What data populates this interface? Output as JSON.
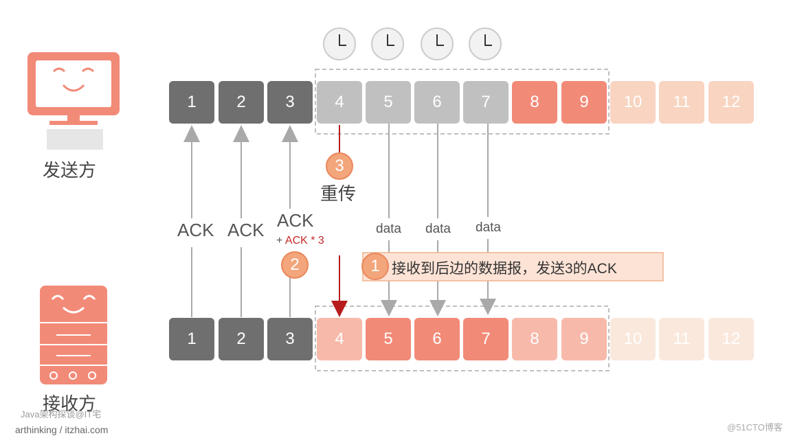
{
  "sender": {
    "label": "发送方",
    "packets": [
      {
        "num": "1",
        "color": "#6f6f6f"
      },
      {
        "num": "2",
        "color": "#6f6f6f"
      },
      {
        "num": "3",
        "color": "#6f6f6f"
      },
      {
        "num": "4",
        "color": "#c0c0c0"
      },
      {
        "num": "5",
        "color": "#c0c0c0"
      },
      {
        "num": "6",
        "color": "#c0c0c0"
      },
      {
        "num": "7",
        "color": "#c0c0c0"
      },
      {
        "num": "8",
        "color": "#f28a78"
      },
      {
        "num": "9",
        "color": "#f28a78"
      },
      {
        "num": "10",
        "color": "#f8d4c1"
      },
      {
        "num": "11",
        "color": "#f8d4c1"
      },
      {
        "num": "12",
        "color": "#f8d4c1"
      }
    ]
  },
  "receiver": {
    "label": "接收方",
    "packets": [
      {
        "num": "1",
        "color": "#6f6f6f"
      },
      {
        "num": "2",
        "color": "#6f6f6f"
      },
      {
        "num": "3",
        "color": "#6f6f6f"
      },
      {
        "num": "4",
        "color": "#f7b9aa"
      },
      {
        "num": "5",
        "color": "#f28a78"
      },
      {
        "num": "6",
        "color": "#f28a78"
      },
      {
        "num": "7",
        "color": "#f28a78"
      },
      {
        "num": "8",
        "color": "#f7b9aa"
      },
      {
        "num": "9",
        "color": "#f7b9aa"
      },
      {
        "num": "10",
        "color": "#fae8dd"
      },
      {
        "num": "11",
        "color": "#fae8dd"
      },
      {
        "num": "12",
        "color": "#fae8dd"
      }
    ]
  },
  "labels": {
    "ack1": "ACK",
    "ack2": "ACK",
    "ack3": "ACK",
    "ack_extra_prefix": "+",
    "ack_extra": "ACK * 3",
    "data1": "data",
    "data2": "data",
    "data3": "data",
    "retransmit": "重传",
    "step1_num": "1",
    "step2_num": "2",
    "step3_num": "3",
    "callout": "接收到后边的数据报，发送3的ACK"
  },
  "watermarks": {
    "left1": "Java架构探谈@IT宅",
    "left2": "arthinking / itzhai.com",
    "right": "@51CTO博客"
  },
  "colors": {
    "accent": "#f28a78",
    "arrow_gray": "#a9a9a9",
    "arrow_red": "#b71c1c",
    "step_circle": "#f3a57b"
  }
}
